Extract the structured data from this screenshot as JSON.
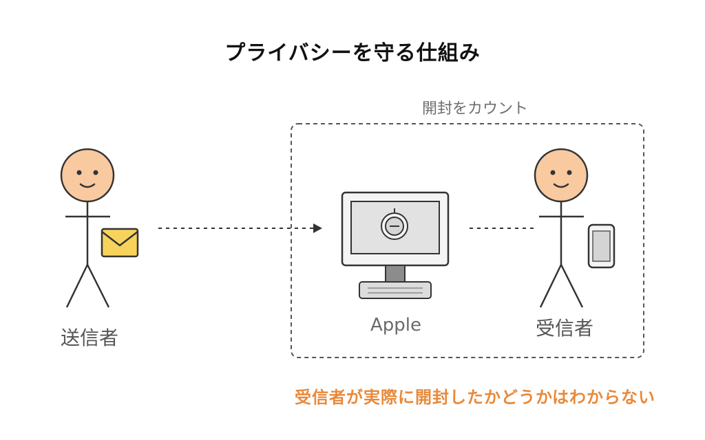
{
  "title": "プライバシーを守る仕組み",
  "box_label": "開封をカウント",
  "nodes": {
    "sender": "送信者",
    "apple": "Apple",
    "receiver": "受信者"
  },
  "note": "受信者が実際に開封したかどうかはわからない",
  "colors": {
    "face": "#f9c9a0",
    "envelope": "#f7d35c",
    "note": "#e8893a",
    "stroke": "#333333"
  }
}
